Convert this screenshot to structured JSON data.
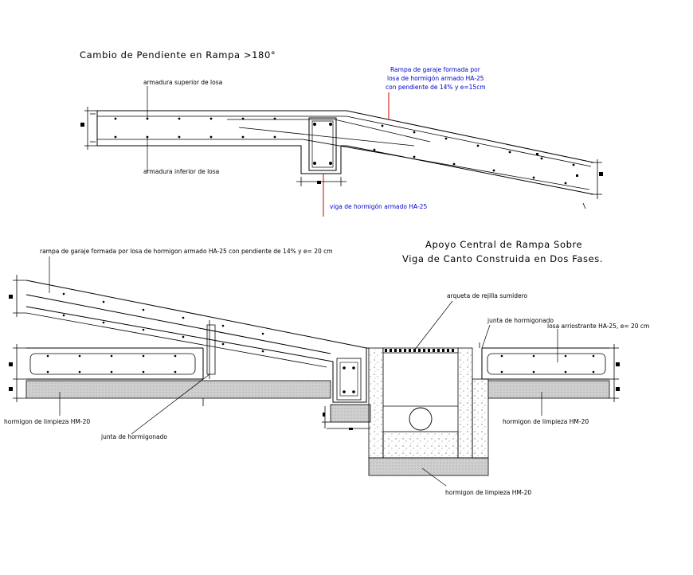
{
  "titles": {
    "top": "Cambio de Pendiente en Rampa >180°",
    "bottom_line1": "Apoyo Central de Rampa Sobre",
    "bottom_line2": "Viga de Canto Construida en Dos Fases."
  },
  "top_labels": {
    "armadura_superior": "armadura superior de losa",
    "armadura_inferior": "armadura inferior de losa",
    "rampa_line1": "Rampa de garaje formada por",
    "rampa_line2": "losa de hormigón armado HA-25",
    "rampa_line3": "con pendiente de 14% y e=15cm",
    "viga": "viga de hormigón armado HA-25"
  },
  "bottom_labels": {
    "rampa": "rampa de garaje formada por losa de hormigon armado HA-25 con pendiente de 14% y e= 20 cm",
    "arqueta": "arqueta de rejilla sumidero",
    "junta_right": "junta de hormigonado",
    "losa_arriostrante": "losa arriostrante HA-25, e= 20 cm",
    "hormigon_left": "hormigon de limpieza HM-20",
    "junta_left": "junta de hormigonado",
    "hormigon_right": "hormigon de limpieza HM-20",
    "hormigon_bottom": "hormigon de limpieza HM-20"
  },
  "colors": {
    "leader_red": "#cc0000",
    "text_blue": "#0000cc",
    "line": "#000000"
  }
}
